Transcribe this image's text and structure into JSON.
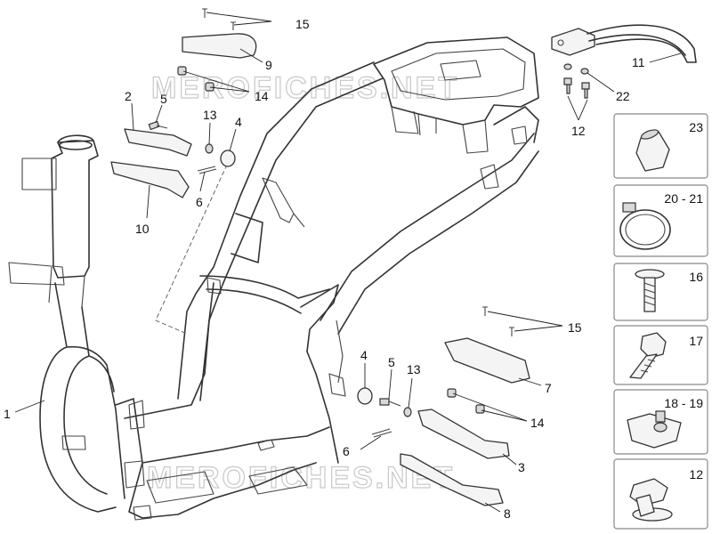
{
  "watermarks": [
    "MEROFICHES.NET",
    "MEROFICHES.NET"
  ],
  "callouts": {
    "c1": "1",
    "c2": "2",
    "c3": "3",
    "c4a": "4",
    "c4b": "4",
    "c5a": "5",
    "c5b": "5",
    "c6a": "6",
    "c6b": "6",
    "c7": "7",
    "c8": "8",
    "c9": "9",
    "c10": "10",
    "c11": "11",
    "c12": "12",
    "c13a": "13",
    "c13b": "13",
    "c14a": "14",
    "c14b": "14",
    "c15a": "15",
    "c15b": "15",
    "c22": "22"
  },
  "side_boxes": [
    {
      "label": "23",
      "part": "sleeve"
    },
    {
      "label": "20 - 21",
      "part": "hose-clamp"
    },
    {
      "label": "16",
      "part": "flange-screw"
    },
    {
      "label": "17",
      "part": "hex-bolt"
    },
    {
      "label": "18 - 19",
      "part": "spring-nut"
    },
    {
      "label": "12",
      "part": "flange-bolt"
    }
  ]
}
